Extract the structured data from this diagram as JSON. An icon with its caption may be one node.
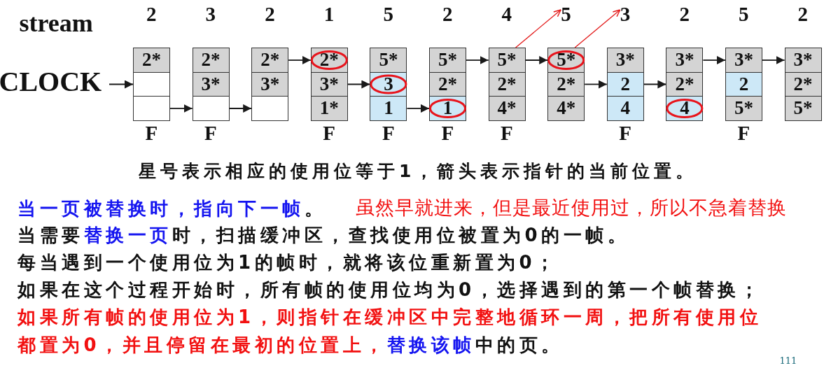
{
  "diagram": {
    "caption": "星号表示相应的使用位等于1，箭头表示指针的当前位置。",
    "nodes": [
      {
        "text": [
          "2"
        ]
      },
      {
        "text": [
          "3"
        ]
      },
      {
        "text": [
          "2"
        ]
      },
      {
        "text": [
          "1"
        ]
      },
      {
        "text": [
          "5"
        ]
      },
      {
        "text": [
          "2"
        ]
      },
      {
        "text": [
          "4"
        ]
      },
      {
        "text": [
          "5"
        ]
      },
      {
        "text": [
          "3"
        ]
      },
      {
        "text": [
          "2"
        ]
      },
      {
        "text": [
          "5"
        ]
      },
      {
        "text": [
          "2"
        ]
      },
      {
        "text": [
          "2*"
        ]
      },
      {
        "text": [],
        "shape": "box"
      },
      {
        "text": [],
        "shape": "box"
      },
      {
        "text": [
          "2*"
        ]
      },
      {
        "text": [
          "3*"
        ]
      },
      {
        "text": [],
        "shape": "box"
      },
      {
        "text": [
          "2*"
        ]
      },
      {
        "text": [
          "3*"
        ]
      },
      {
        "text": [],
        "shape": "box"
      },
      {
        "text": [
          "2*"
        ]
      },
      {
        "text": [
          "3*"
        ]
      },
      {
        "text": [
          "1*"
        ]
      },
      {
        "text": [
          "5*"
        ]
      },
      {
        "text": [
          "3"
        ]
      },
      {
        "text": [
          "1"
        ]
      },
      {
        "text": [
          "5*"
        ]
      },
      {
        "text": [
          "2*"
        ]
      },
      {
        "text": [
          "1"
        ]
      },
      {
        "text": [
          "5*"
        ]
      },
      {
        "text": [
          "2*"
        ]
      },
      {
        "text": [
          "4*"
        ]
      },
      {
        "text": [
          "5*"
        ]
      },
      {
        "text": [
          "2*"
        ]
      },
      {
        "text": [
          "4*"
        ]
      },
      {
        "text": [
          "3*"
        ]
      },
      {
        "text": [
          "2"
        ]
      },
      {
        "text": [
          "4"
        ]
      },
      {
        "text": [
          "3*"
        ]
      },
      {
        "text": [
          "2*"
        ]
      },
      {
        "text": [
          "4"
        ]
      },
      {
        "text": [
          "3*"
        ]
      },
      {
        "text": [
          "2"
        ]
      },
      {
        "text": [
          "5*"
        ]
      },
      {
        "text": [
          "3*"
        ]
      },
      {
        "text": [
          "2*"
        ]
      },
      {
        "text": [
          "5*"
        ]
      }
    ],
    "edges": [
      {
        "from": null,
        "to": 13,
        "arrow": "to"
      },
      {
        "from": 14,
        "to": 17,
        "arrow": "to"
      },
      {
        "from": 17,
        "to": 20,
        "arrow": "to"
      },
      {
        "from": 18,
        "to": 21,
        "arrow": "to"
      },
      {
        "from": 22,
        "to": 25,
        "arrow": "to"
      },
      {
        "from": 26,
        "to": 29,
        "arrow": "to"
      },
      {
        "from": 27,
        "to": 30,
        "arrow": "to"
      },
      {
        "from": 30,
        "to": 33,
        "arrow": "to"
      },
      {
        "from": 34,
        "to": 37,
        "arrow": "to"
      },
      {
        "from": 37,
        "to": 40,
        "arrow": "to"
      },
      {
        "from": 39,
        "to": 42,
        "arrow": "to"
      },
      {
        "from": 42,
        "to": 45,
        "arrow": "to"
      },
      {
        "from": 30,
        "to": 7,
        "arrow": "to",
        "color": "#e31a1a"
      },
      {
        "from": 33,
        "to": 8,
        "arrow": "to",
        "color": "#e31a1a"
      }
    ],
    "labels": [
      "stream",
      "CLOCK",
      "F",
      "F",
      "F",
      "F",
      "F",
      "F",
      "F",
      "F",
      "**当一页被替换时，指向下一帧**。",
      "虽然早就进来，但是最近使用过，所以不急着替换",
      "当需要**替换一页**时，扫描缓冲区，查找使用位被置为0的一帧。",
      "每当遇到一个使用位为1的帧时，就将该位重新置为0；",
      "如果在这个过程开始时，所有帧的使用位均为0，选择遇到的第一个帧替换；",
      "如果所有帧的使用位为1，则指针在缓冲区中完整地循环一周，把所有使用位都置为0，并且停留在最初的位置上，**替换该帧**中的页。",
      "111"
    ]
  }
}
